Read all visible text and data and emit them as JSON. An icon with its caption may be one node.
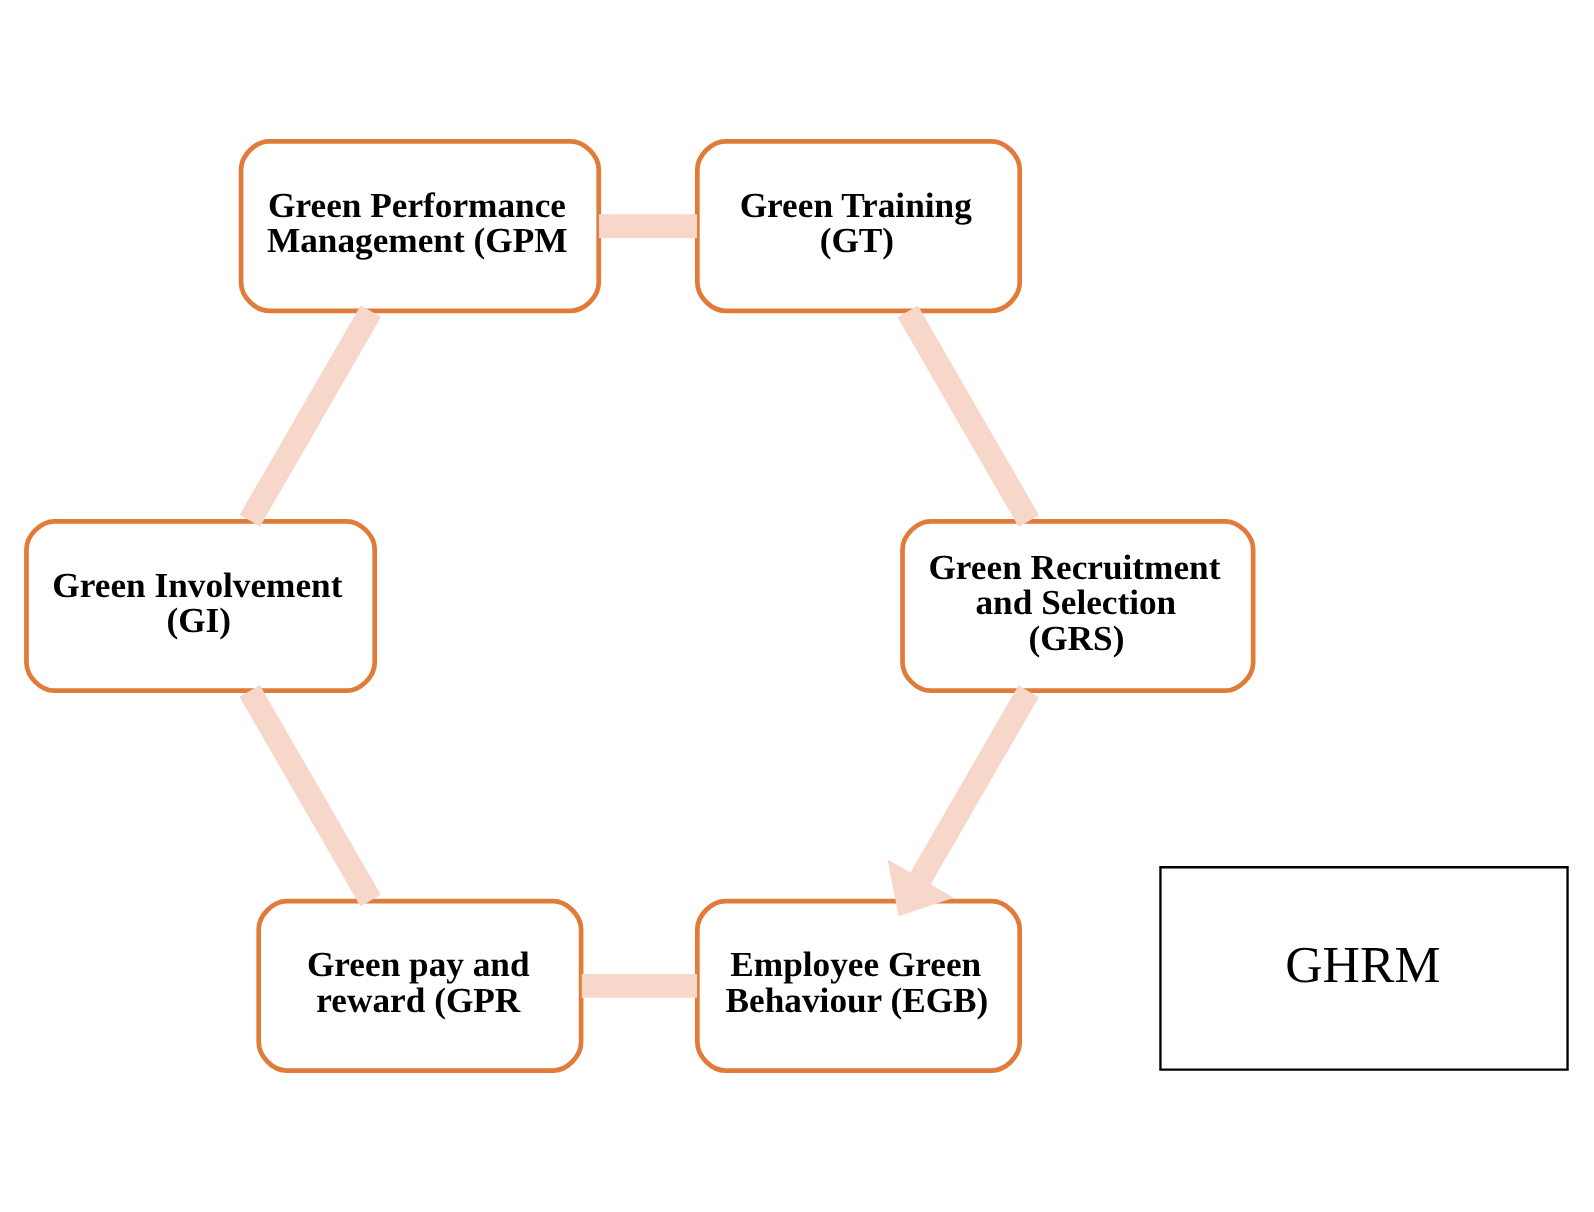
{
  "diagram": {
    "nodes": [
      {
        "text": [
          "GHRM"
        ]
      },
      {
        "text": [
          "Employee Green Behaviour (EGB)"
        ]
      },
      {
        "text": [
          "Green pay and reward (GPR"
        ]
      },
      {
        "text": [
          "Green Involvement (GI)"
        ]
      },
      {
        "text": [
          "Green Performance Management (GPM"
        ]
      },
      {
        "text": [
          "Green Training (GT)"
        ]
      },
      {
        "text": [
          "Green Recruitment and Selection (GRS)"
        ]
      }
    ],
    "edges": [
      {
        "from": 1,
        "to": 2,
        "arrow": "none"
      },
      {
        "from": 2,
        "to": 3,
        "arrow": "none"
      },
      {
        "from": 3,
        "to": 4,
        "arrow": "none"
      },
      {
        "from": 4,
        "to": 5,
        "arrow": "none"
      },
      {
        "from": 5,
        "to": 6,
        "arrow": "none"
      },
      {
        "from": 6,
        "to": 1,
        "arrow": "to"
      }
    ]
  }
}
